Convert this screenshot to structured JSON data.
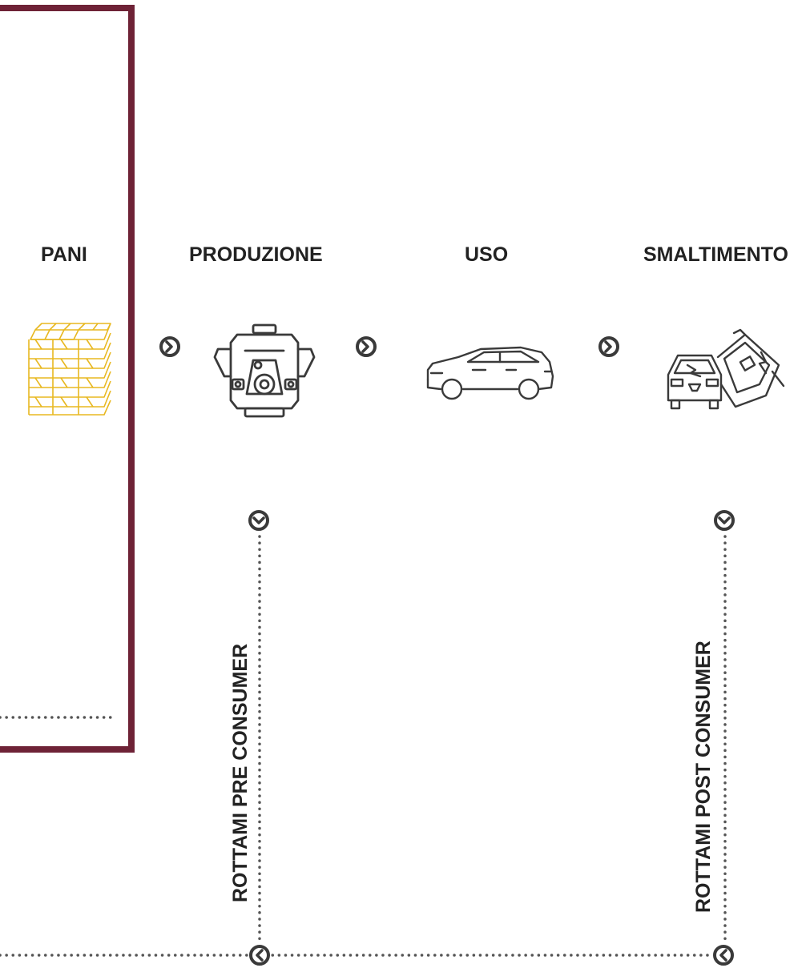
{
  "stages": {
    "pani": "PANI",
    "produzione": "PRODUZIONE",
    "uso": "USO",
    "smaltimento": "SMALTIMENTO"
  },
  "scrap": {
    "pre_consumer": "ROTTAMI PRE CONSUMER",
    "post_consumer": "ROTTAMI POST CONSUMER"
  },
  "icons": {
    "pani": "gold-ingots-icon",
    "produzione": "engine-icon",
    "uso": "car-icon",
    "smaltimento": "crashed-cars-icon",
    "arrow_right": "circle-chevron-right-icon",
    "arrow_down": "circle-chevron-down-icon",
    "arrow_left": "circle-chevron-left-icon"
  },
  "colors": {
    "frame": "#6e2236",
    "ingot": "#e8b820",
    "icon": "#3a3a3a",
    "dotted": "#555555"
  }
}
